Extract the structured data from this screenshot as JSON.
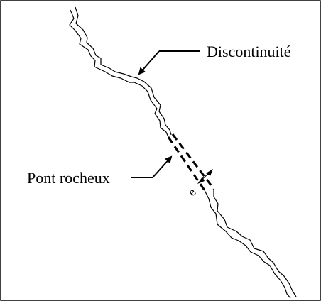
{
  "labels": {
    "discontinuity": "Discontinuité",
    "rock_bridge": "Pont rocheux",
    "spacing": "e"
  },
  "colors": {
    "stroke": "#000000",
    "background": "#ffffff"
  }
}
